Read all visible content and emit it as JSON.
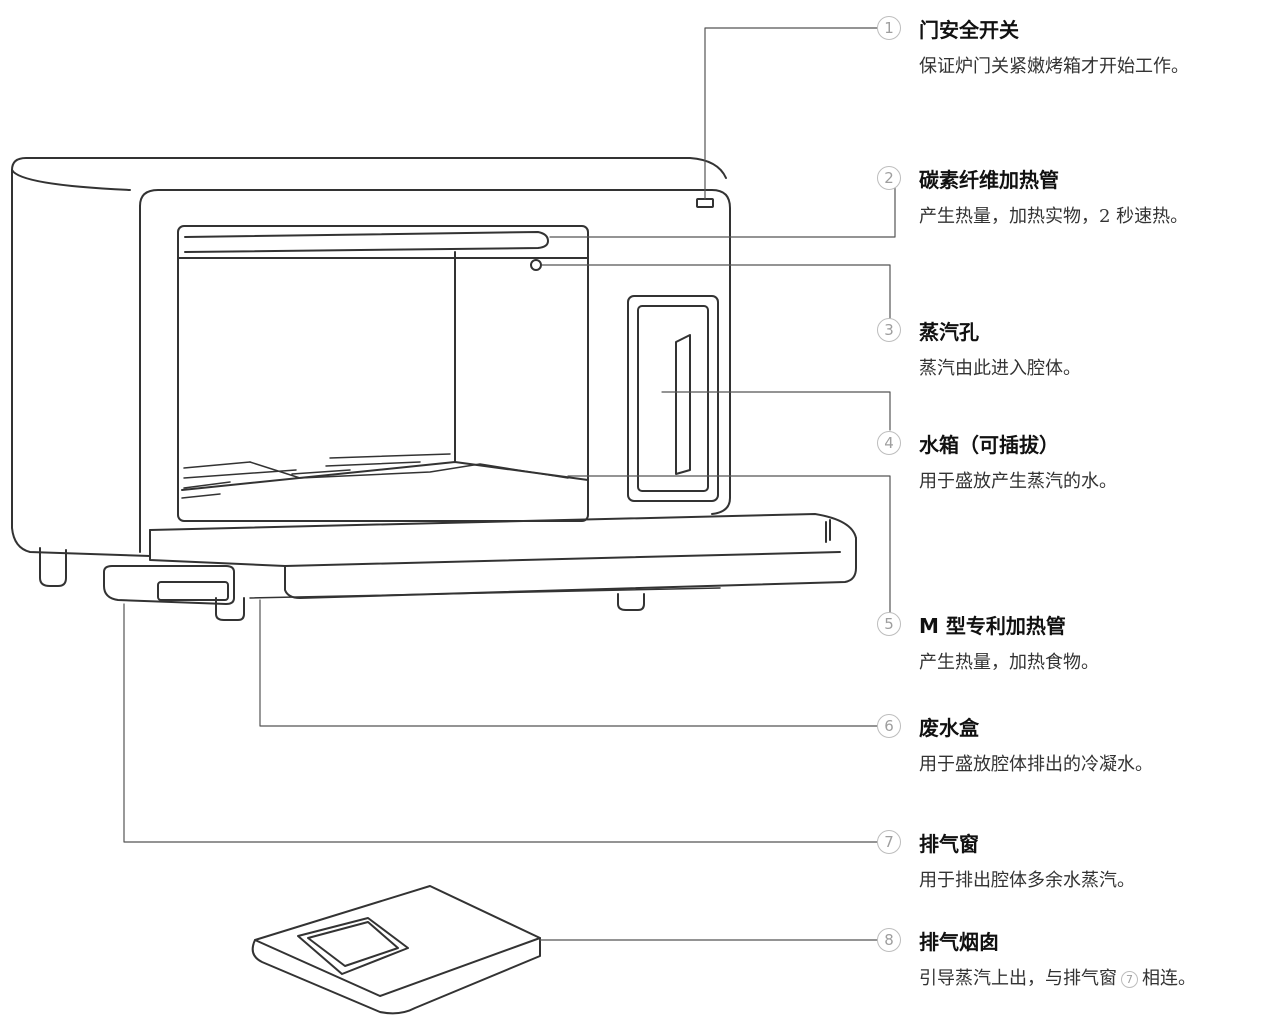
{
  "callouts": [
    {
      "num": "1",
      "title": "门安全开关",
      "desc": "保证炉门关紧嫩烤箱才开始工作。"
    },
    {
      "num": "2",
      "title": "碳素纤维加热管",
      "desc": "产生热量，加热实物，2 秒速热。"
    },
    {
      "num": "3",
      "title": "蒸汽孔",
      "desc": "蒸汽由此进入腔体。"
    },
    {
      "num": "4",
      "title": "水箱（可插拔）",
      "desc": "用于盛放产生蒸汽的水。"
    },
    {
      "num": "5",
      "title": "M 型专利加热管",
      "desc": "产生热量，加热食物。"
    },
    {
      "num": "6",
      "title": "废水盒",
      "desc": "用于盛放腔体排出的冷凝水。"
    },
    {
      "num": "7",
      "title": "排气窗",
      "desc": "用于排出腔体多余水蒸汽。"
    },
    {
      "num": "8",
      "title": "排气烟囱",
      "desc_before": "引导蒸汽上出，与排气窗",
      "desc_ref": "7",
      "desc_after": "相连。"
    }
  ],
  "colors": {
    "line": "#555555",
    "outline": "#333333",
    "marker": "#bdbdbd"
  }
}
